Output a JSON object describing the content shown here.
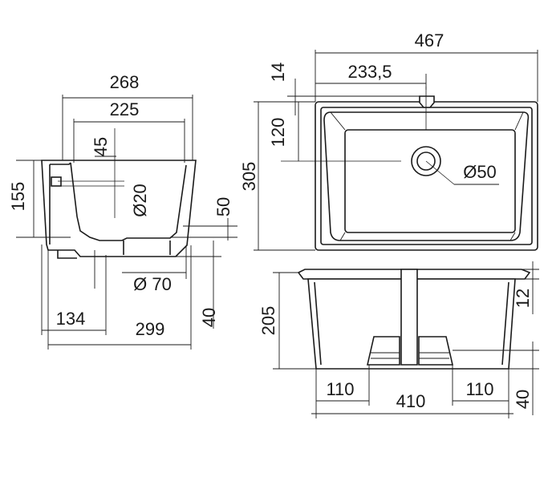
{
  "dimensions": {
    "side_top_width": "268",
    "side_inner_width": "225",
    "side_tap_offset": "45",
    "side_height": "155",
    "side_hole": "Ø20",
    "side_right_height": "50",
    "side_drain": "Ø 70",
    "side_drain_pos": "134",
    "side_base_width": "299",
    "side_foot": "40",
    "top_width": "467",
    "top_half_width": "233,5",
    "top_rim": "14",
    "top_tap_depth": "120",
    "top_depth": "305",
    "top_drain": "Ø50",
    "front_height": "205",
    "front_rim": "12",
    "front_foot_left": "110",
    "front_base_width": "410",
    "front_foot_right": "110",
    "front_foot_height": "40"
  }
}
